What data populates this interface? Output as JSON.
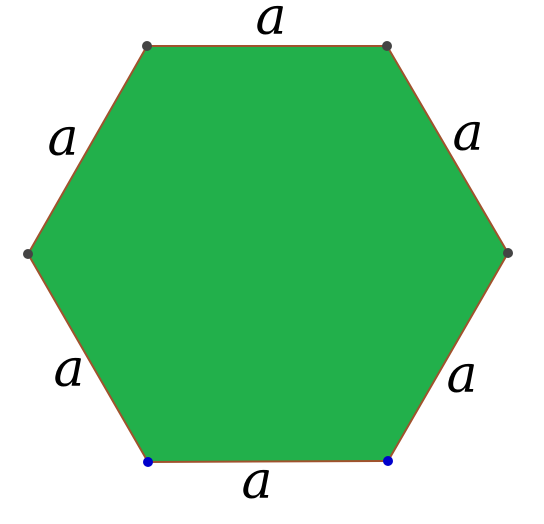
{
  "diagram": {
    "shape": "regular-hexagon",
    "colors": {
      "fill": "#22b04b",
      "edge": "#a0522d",
      "vertex_dark": "#444444",
      "vertex_blue": "#0000cc",
      "label": "#000000"
    },
    "side_labels": {
      "top": "a",
      "upper_left": "a",
      "upper_right": "a",
      "lower_left": "a",
      "lower_right": "a",
      "bottom": "a"
    }
  }
}
